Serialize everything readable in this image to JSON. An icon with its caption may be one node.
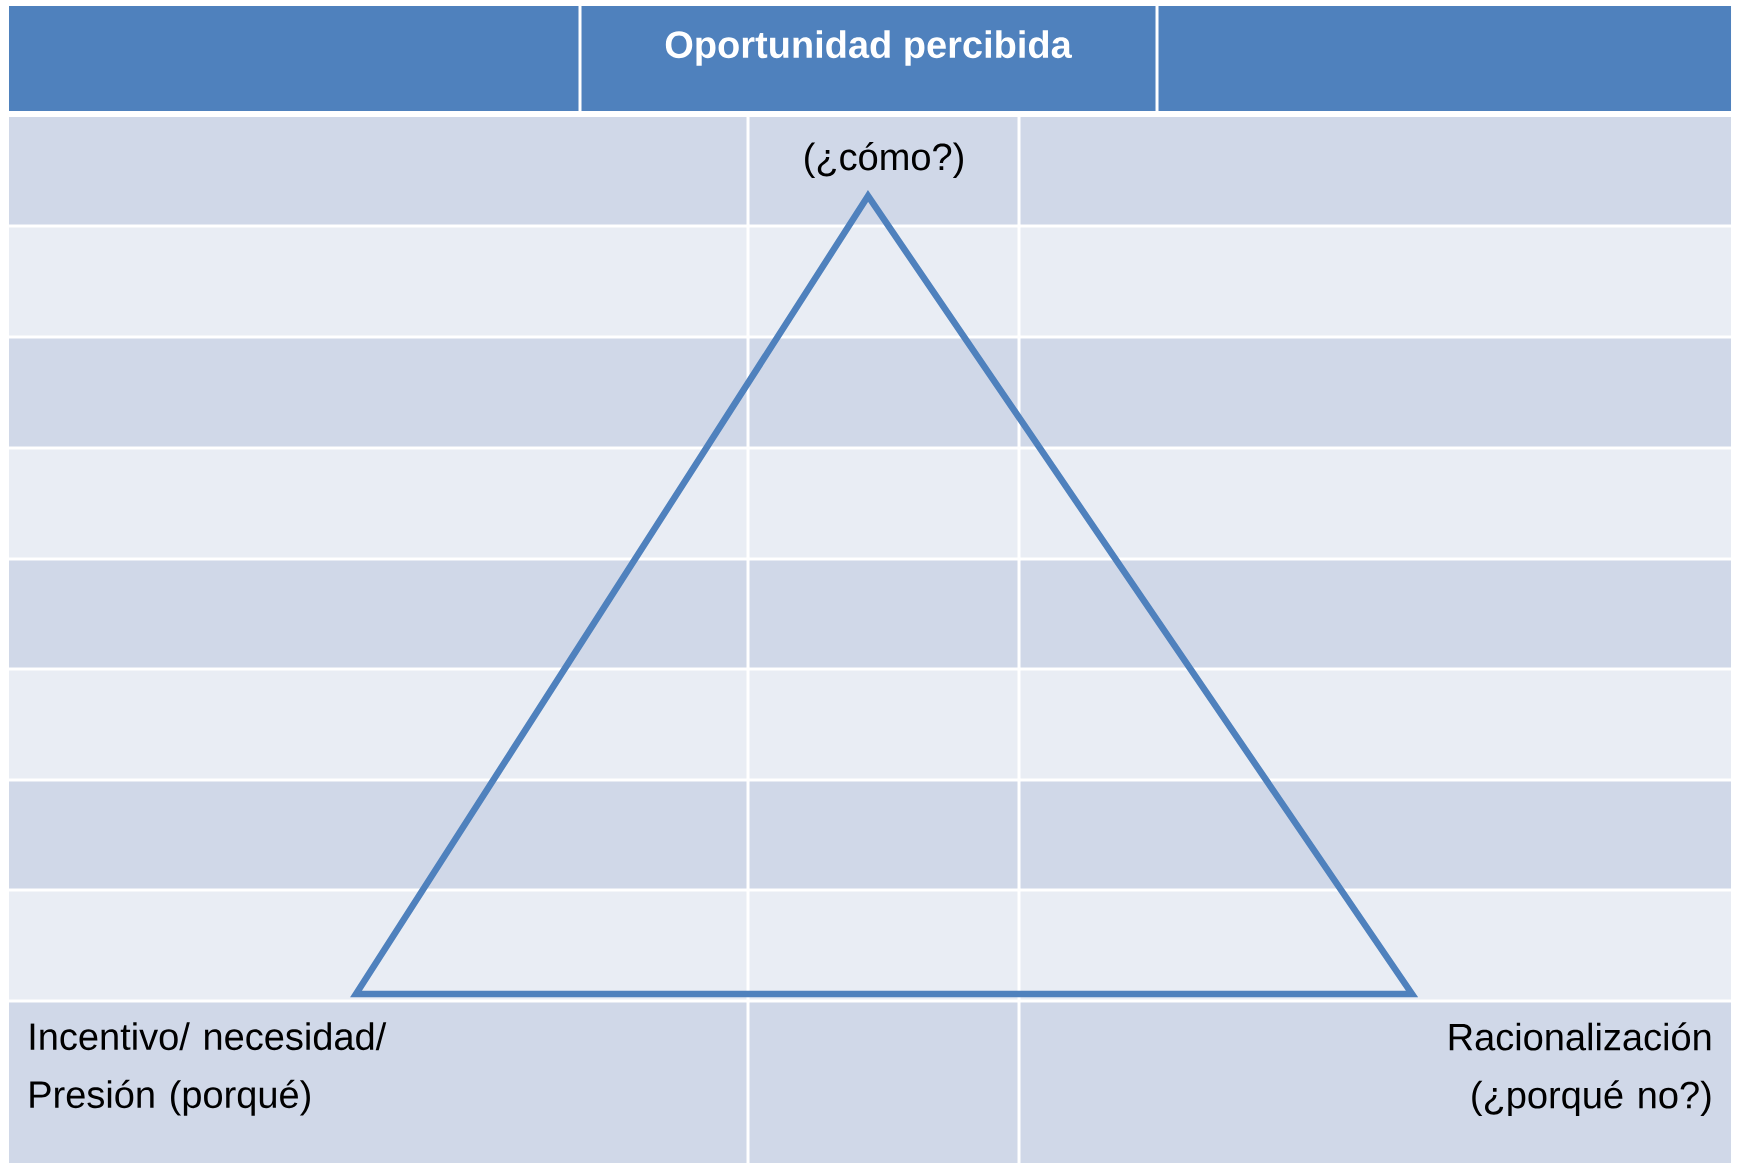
{
  "diagram": {
    "nodes": [
      {
        "text": [],
        "shape": "triangle"
      }
    ],
    "labels": [
      "Oportunidad percibida",
      "(¿cómo?)",
      "Incentivo/ necesidad/ Presión (porqué)",
      "Racionalización (¿porqué no?)"
    ]
  }
}
